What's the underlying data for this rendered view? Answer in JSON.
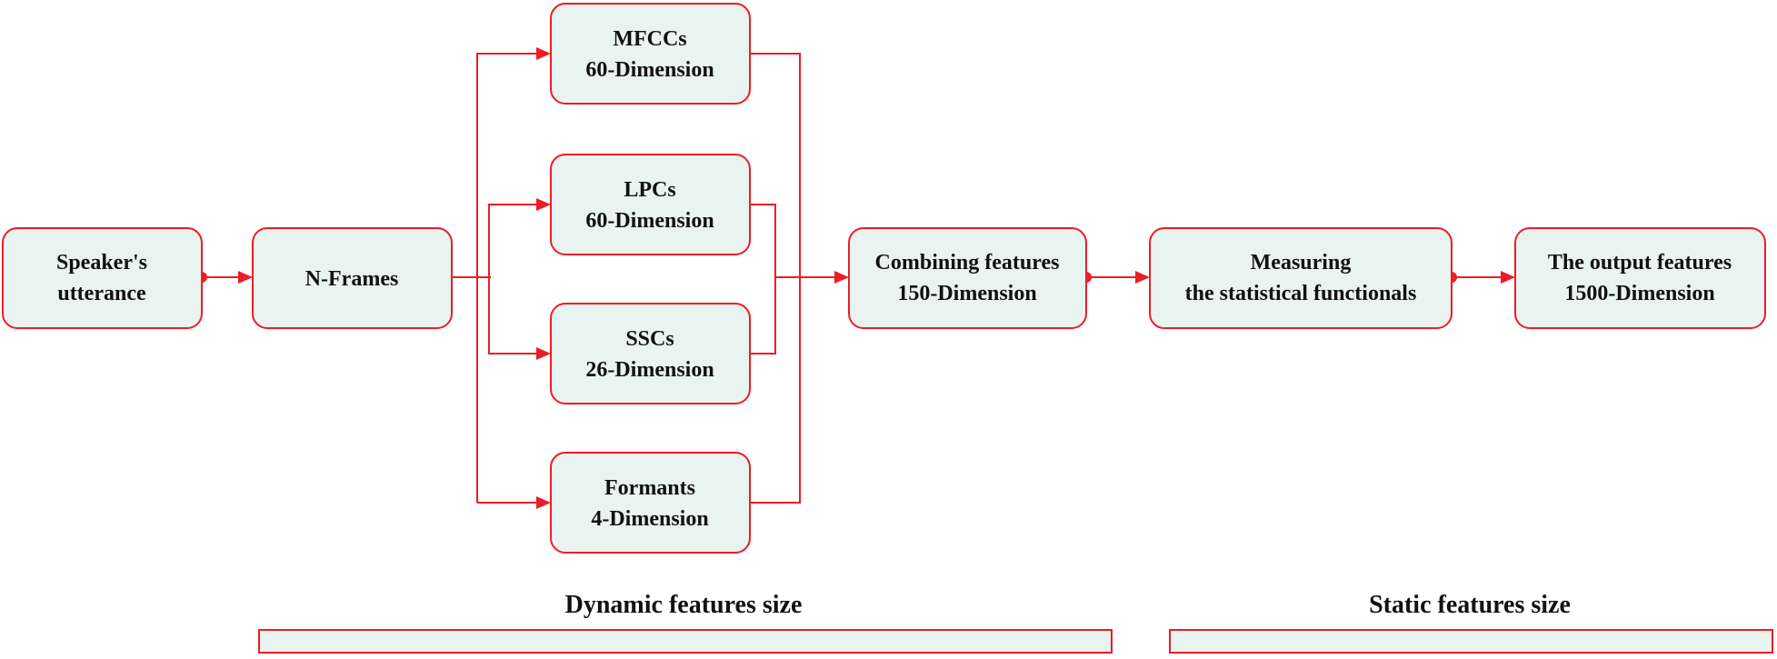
{
  "nodes": {
    "speaker": {
      "line1": "Speaker's",
      "line2": "utterance"
    },
    "nframes": {
      "line1": "N-Frames"
    },
    "mfcc": {
      "line1": "MFCCs",
      "line2": "60-Dimension"
    },
    "lpc": {
      "line1": "LPCs",
      "line2": "60-Dimension"
    },
    "ssc": {
      "line1": "SSCs",
      "line2": "26-Dimension"
    },
    "formants": {
      "line1": "Formants",
      "line2": "4-Dimension"
    },
    "combine": {
      "line1": "Combining features",
      "line2": "150-Dimension"
    },
    "measure": {
      "line1": "Measuring",
      "line2": "the statistical functionals"
    },
    "output": {
      "line1": "The output features",
      "line2": "1500-Dimension"
    }
  },
  "labels": {
    "dynamic": "Dynamic features size",
    "static": "Static features size"
  },
  "colors": {
    "stroke": "#ee1c25",
    "fill": "#e9f3f0",
    "text": "#111111"
  }
}
